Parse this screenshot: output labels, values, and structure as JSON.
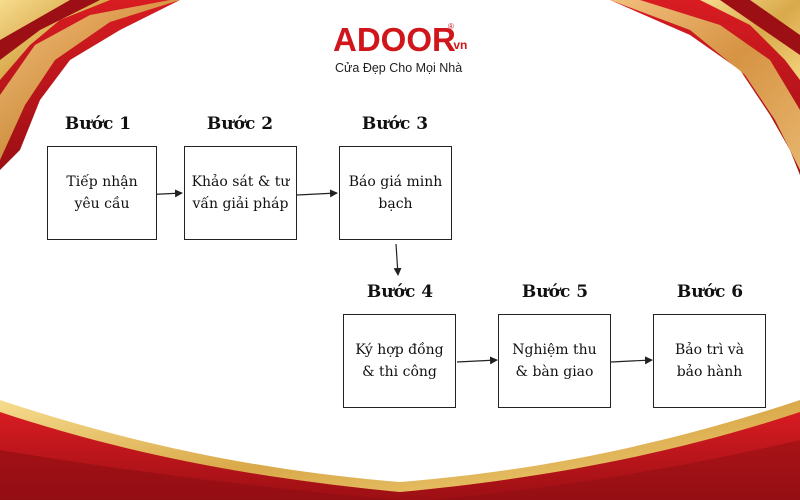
{
  "logo": {
    "word": "ADOOR",
    "domain": ".vn",
    "registered": "®",
    "tagline": "Cửa Đẹp Cho Mọi Nhà"
  },
  "steps": [
    {
      "title": "Bước 1",
      "text": "Tiếp nhận yêu cầu"
    },
    {
      "title": "Bước 2",
      "text": "Khảo sát & tư vấn giải pháp"
    },
    {
      "title": "Bước 3",
      "text": "Báo giá minh bạch"
    },
    {
      "title": "Bước 4",
      "text": "Ký hợp đồng & thi công"
    },
    {
      "title": "Bước 5",
      "text": "Nghiệm thu & bàn giao"
    },
    {
      "title": "Bước 6",
      "text": "Bảo trì và bảo hành"
    }
  ],
  "colors": {
    "ribbon_red": "#c8161d",
    "ribbon_dark": "#8e0d12",
    "gold": "#e8c46a",
    "logo_red": "#d0161b"
  }
}
